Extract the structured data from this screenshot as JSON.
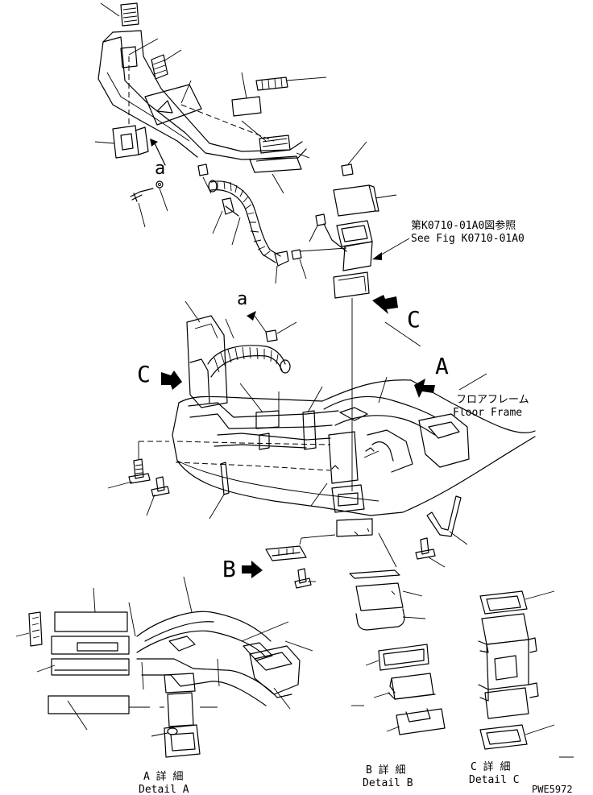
{
  "reference": {
    "jp": "第K0710-01A0図参照",
    "en": "See Fig K0710-01A0"
  },
  "floor_frame": {
    "jp": "フロアフレーム",
    "en": "Floor Frame"
  },
  "view_markers": {
    "a_top": "a",
    "a_mid": "a",
    "c_right": "C",
    "c_left": "C",
    "a_view": "A",
    "b_view": "B"
  },
  "details": {
    "a": {
      "jp": "A 詳 細",
      "en": "Detail A"
    },
    "b": {
      "jp": "B 詳 細",
      "en": "Detail B"
    },
    "c": {
      "jp": "C 詳 細",
      "en": "Detail C"
    }
  },
  "drawing_code": "PWE5972"
}
